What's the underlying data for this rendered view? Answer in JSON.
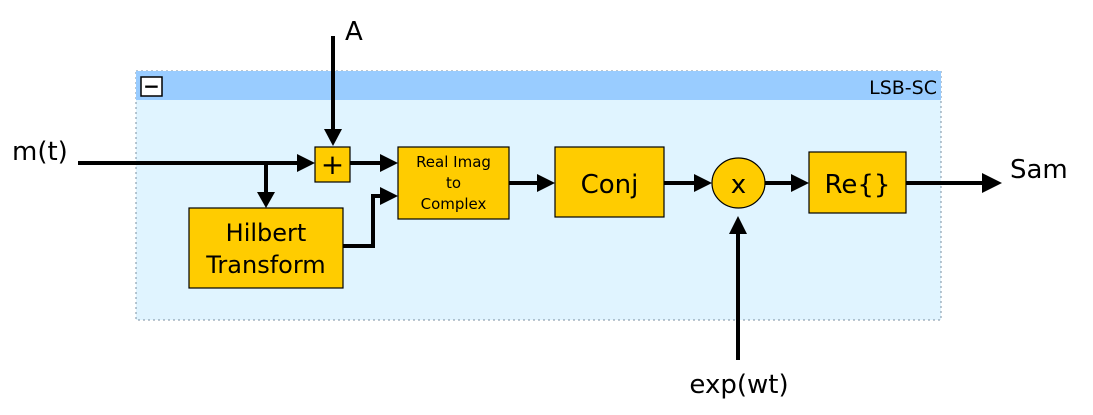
{
  "panel": {
    "title": "LSB-SC",
    "collapse_symbol": "−",
    "collapse_icon": "minus-box-icon",
    "background_color": "#e0f4ff",
    "header_color": "#99ccff"
  },
  "colors": {
    "block_fill": "#ffcc00",
    "wire": "#000000"
  },
  "signals": {
    "input_message": "m(t)",
    "input_carrier_amplitude": "A",
    "input_oscillator": "exp(wt)",
    "output": "Sam"
  },
  "blocks": {
    "adder": "+",
    "hilbert_line1": "Hilbert",
    "hilbert_line2": "Transform",
    "real_imag_line1": "Real Imag",
    "real_imag_line2": "to",
    "real_imag_line3": "Complex",
    "conj": "Conj",
    "multiplier": "x",
    "real_part": "Re{}"
  }
}
